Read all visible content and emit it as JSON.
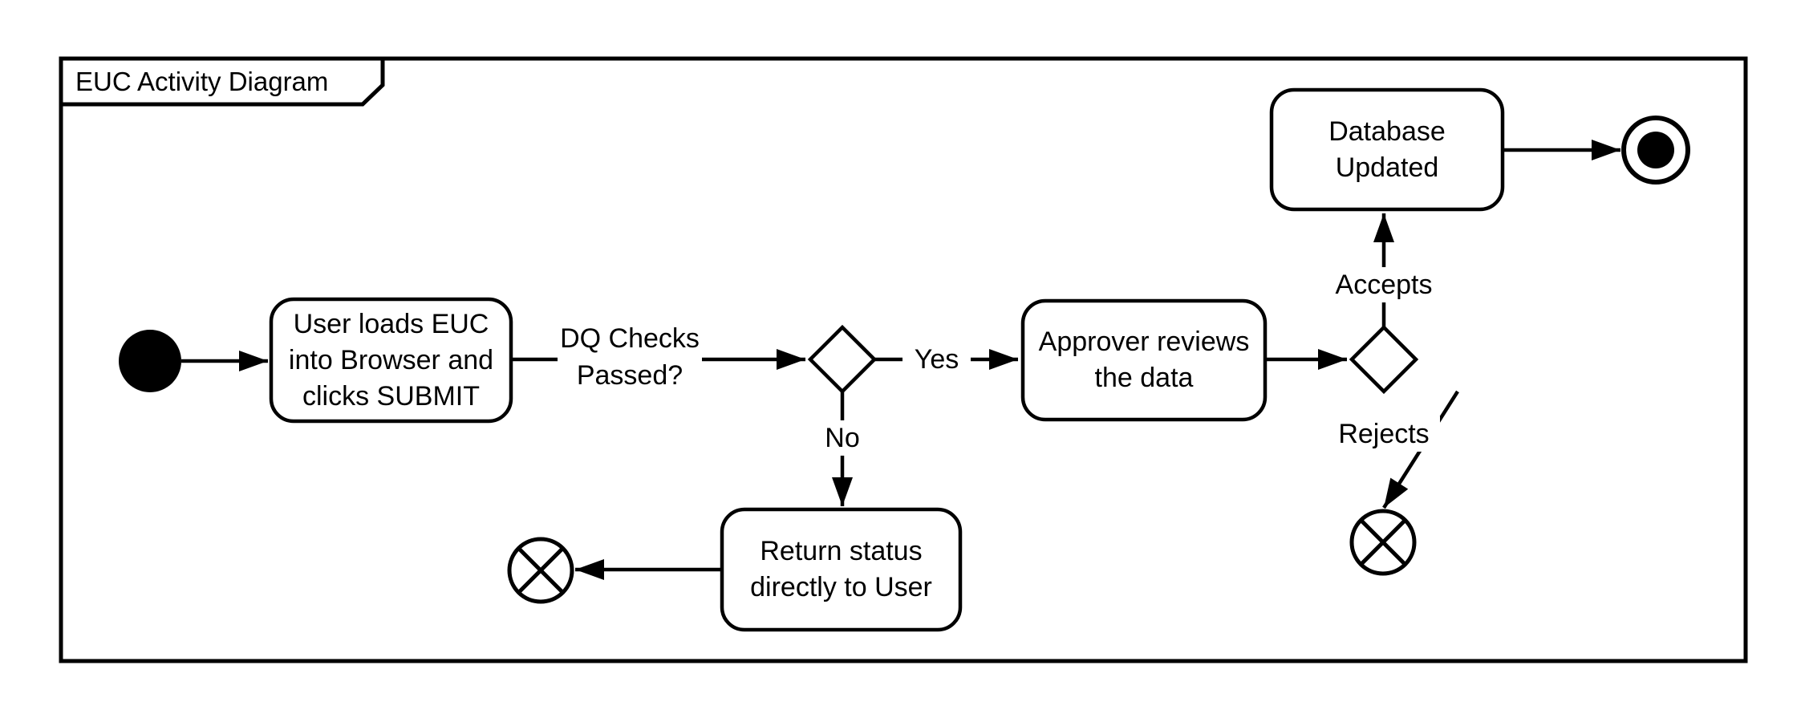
{
  "diagram": {
    "title": "EUC Activity Diagram",
    "colors": {
      "stroke": "#000000",
      "background": "#ffffff"
    },
    "nodes": [
      {
        "id": "start",
        "kind": "initial-node",
        "label": ""
      },
      {
        "id": "load-euc",
        "kind": "action",
        "label": "User loads EUC\ninto Browser and\nclicks SUBMIT"
      },
      {
        "id": "dq-decision",
        "kind": "decision",
        "label": ""
      },
      {
        "id": "approver-review",
        "kind": "action",
        "label": "Approver reviews\nthe data"
      },
      {
        "id": "review-decision",
        "kind": "decision",
        "label": ""
      },
      {
        "id": "database-updated",
        "kind": "action",
        "label": "Database\nUpdated"
      },
      {
        "id": "end",
        "kind": "activity-final",
        "label": ""
      },
      {
        "id": "flow-final-right",
        "kind": "flow-final",
        "label": ""
      },
      {
        "id": "return-status",
        "kind": "action",
        "label": "Return status\ndirectly to User"
      },
      {
        "id": "flow-final-left",
        "kind": "flow-final",
        "label": ""
      }
    ],
    "edges": [
      {
        "from": "start",
        "to": "load-euc",
        "label": ""
      },
      {
        "from": "load-euc",
        "to": "dq-decision",
        "label": "DQ Checks\nPassed?"
      },
      {
        "from": "dq-decision",
        "to": "approver-review",
        "label": "Yes"
      },
      {
        "from": "approver-review",
        "to": "review-decision",
        "label": ""
      },
      {
        "from": "review-decision",
        "to": "database-updated",
        "label": "Accepts"
      },
      {
        "from": "database-updated",
        "to": "end",
        "label": ""
      },
      {
        "from": "review-decision",
        "to": "flow-final-right",
        "label": "Rejects"
      },
      {
        "from": "dq-decision",
        "to": "return-status",
        "label": "No"
      },
      {
        "from": "return-status",
        "to": "flow-final-left",
        "label": ""
      }
    ]
  }
}
